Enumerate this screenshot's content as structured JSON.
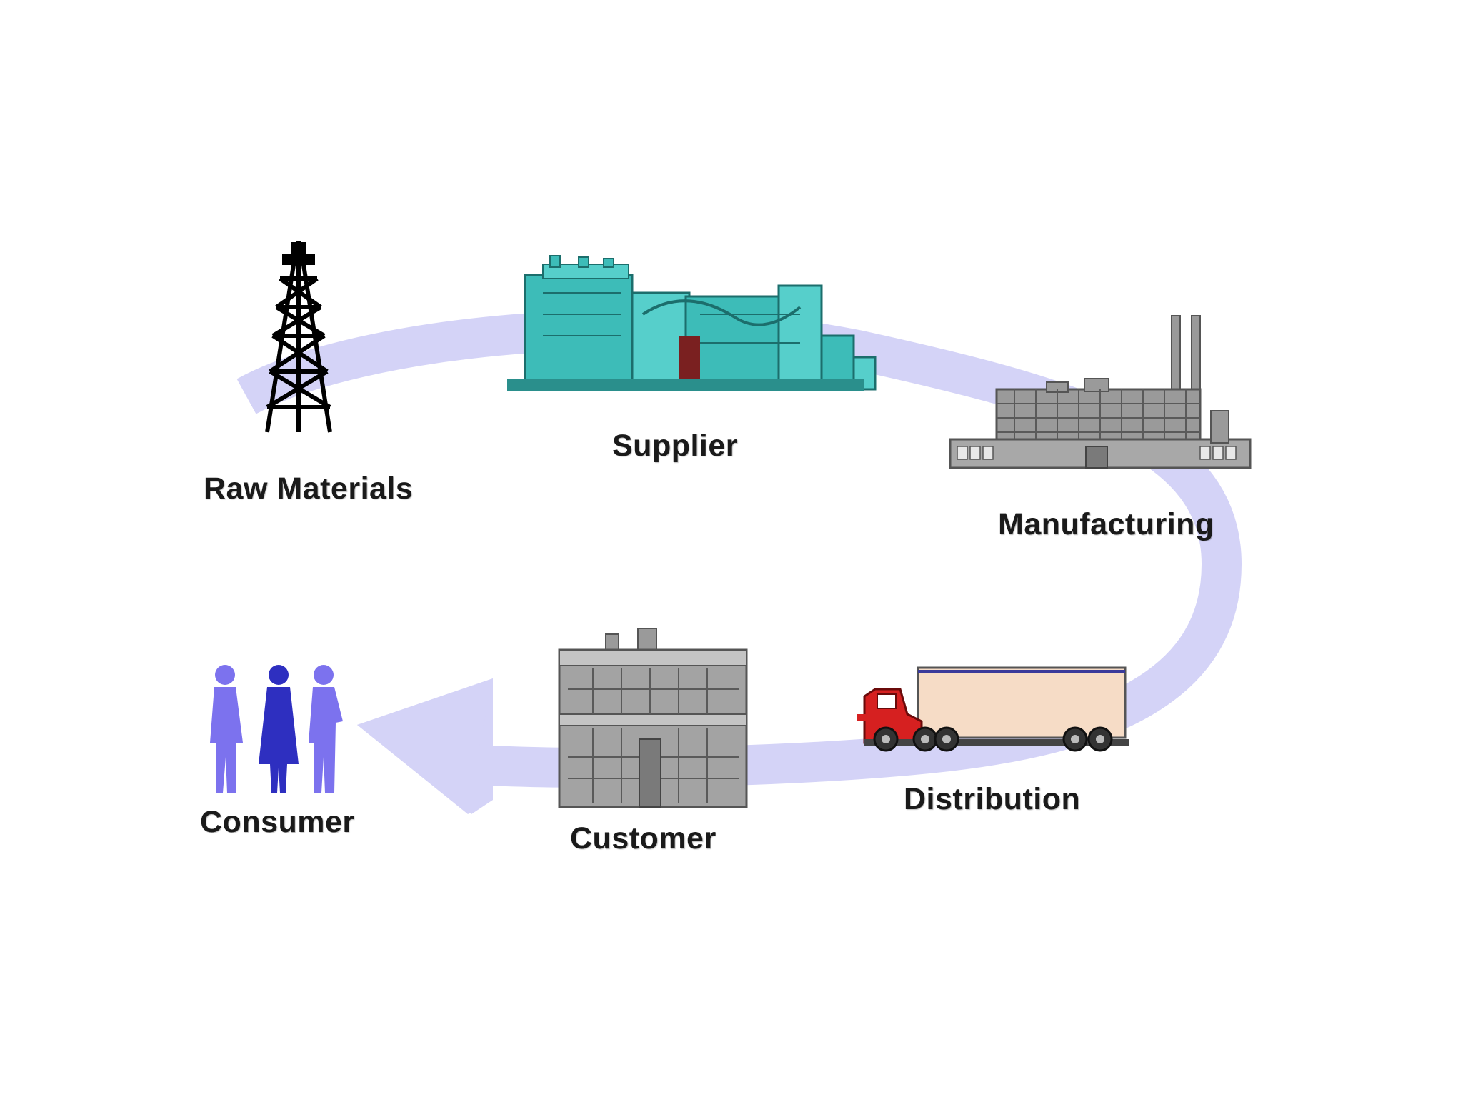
{
  "diagram": {
    "stages": [
      {
        "label": "Raw Materials",
        "icon": "oil-derrick-icon"
      },
      {
        "label": "Supplier",
        "icon": "supplier-plant-icon"
      },
      {
        "label": "Manufacturing",
        "icon": "factory-icon"
      },
      {
        "label": "Distribution",
        "icon": "truck-icon"
      },
      {
        "label": "Customer",
        "icon": "store-building-icon"
      },
      {
        "label": "Consumer",
        "icon": "people-icon"
      }
    ]
  },
  "colors": {
    "flow_arrow": "#d4d3f7",
    "supplier_plant": "#3dbcb8",
    "factory": "#9a9a9a",
    "truck_cab": "#d62020",
    "trailer": "#f6dcc6",
    "people_light": "#7c72ee",
    "people_dark": "#2e2fc0"
  }
}
